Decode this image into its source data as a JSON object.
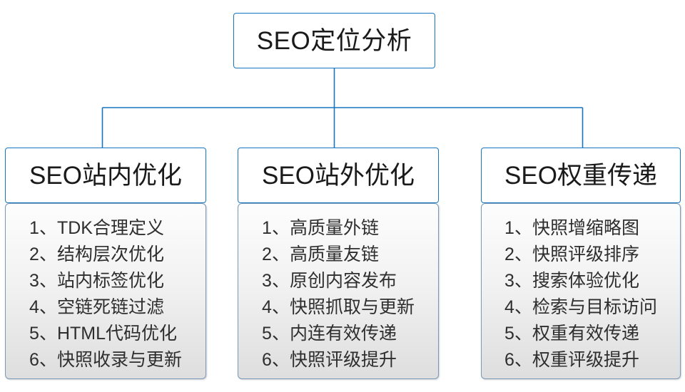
{
  "diagram": {
    "type": "org-chart",
    "accent_color": "#1675c1",
    "panel_border_color": "#7a99b8",
    "text_color": "#2e2e2e",
    "root": {
      "label": "SEO定位分析"
    },
    "branches": [
      {
        "id": "on-site",
        "header": "SEO站内优化",
        "items": [
          "1、TDK合理定义",
          "2、结构层次优化",
          "3、站内标签优化",
          "4、空链死链过滤",
          "5、HTML代码优化",
          "6、快照收录与更新"
        ]
      },
      {
        "id": "off-site",
        "header": "SEO站外优化",
        "items": [
          "1、高质量外链",
          "2、高质量友链",
          "3、原创内容发布",
          "4、快照抓取与更新",
          "5、内连有效传递",
          "6、快照评级提升"
        ]
      },
      {
        "id": "weight-transfer",
        "header": "SEO权重传递",
        "items": [
          "1、快照增缩略图",
          "2、快照评级排序",
          "3、搜索体验优化",
          "4、检索与目标访问",
          "5、权重有效传递",
          "6、权重评级提升"
        ]
      }
    ]
  }
}
